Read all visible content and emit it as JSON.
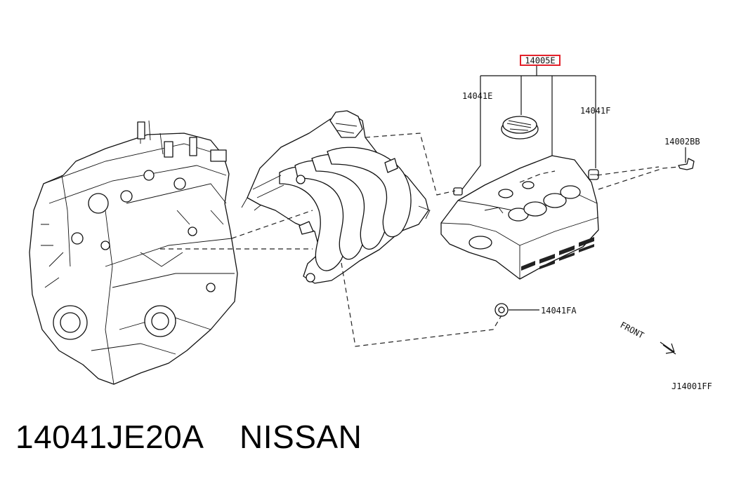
{
  "diagram": {
    "highlighted_part": "14005E",
    "highlight_color": "#e3212b",
    "callouts": {
      "cover_bolt_left": "14041E",
      "cover_bolt_right": "14041F",
      "bolt": "14002BB",
      "grommet_lower": "14041FA"
    },
    "direction_label": "FRONT",
    "diagram_code": "J14001FF"
  },
  "caption": {
    "part_number": "14041JE20A",
    "brand": "NISSAN"
  }
}
